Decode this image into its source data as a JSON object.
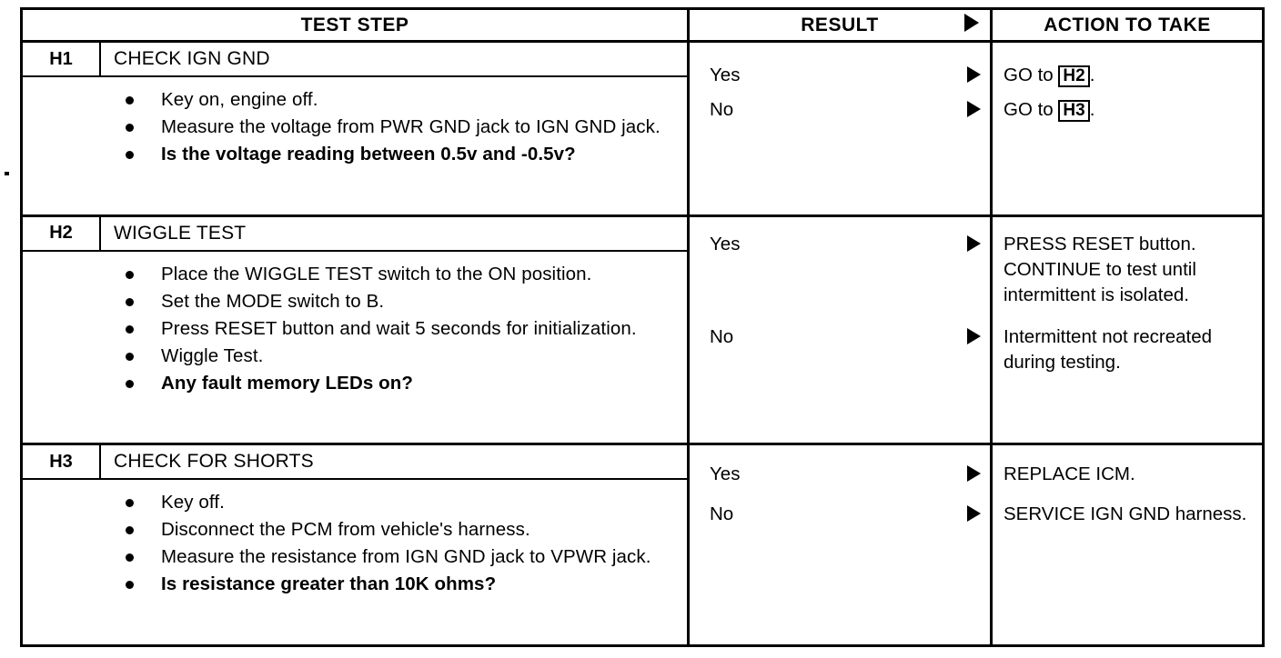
{
  "table": {
    "headers": {
      "test_step": "TEST STEP",
      "result": "RESULT",
      "action": "ACTION TO TAKE",
      "result_arrow_icon": "triangle-right-icon"
    },
    "steps": [
      {
        "id": "H1",
        "title": "CHECK IGN GND",
        "bullets": [
          {
            "text": "Key on, engine off.",
            "bold": false
          },
          {
            "text": "Measure the voltage from PWR GND jack to IGN GND jack.",
            "bold": false
          },
          {
            "text": "Is the voltage reading between 0.5v and -0.5v?",
            "bold": true
          }
        ],
        "outcomes": [
          {
            "result": "Yes",
            "arrow_icon": "triangle-right-icon",
            "action_prefix": "GO to ",
            "action_ref": "H2",
            "action_suffix": "."
          },
          {
            "result": "No",
            "arrow_icon": "triangle-right-icon",
            "action_prefix": "GO to ",
            "action_ref": "H3",
            "action_suffix": "."
          }
        ]
      },
      {
        "id": "H2",
        "title": "WIGGLE TEST",
        "bullets": [
          {
            "text": "Place the WIGGLE TEST switch to the ON position.",
            "bold": false
          },
          {
            "text": "Set the MODE switch to B.",
            "bold": false
          },
          {
            "text": "Press RESET button and wait 5 seconds for initialization.",
            "bold": false
          },
          {
            "text": "Wiggle Test.",
            "bold": false
          },
          {
            "text": "Any fault memory LEDs on?",
            "bold": true
          }
        ],
        "outcomes": [
          {
            "result": "Yes",
            "arrow_icon": "triangle-right-icon",
            "action_prefix": "PRESS RESET button. CONTINUE to test until intermittent is isolated.",
            "action_ref": "",
            "action_suffix": ""
          },
          {
            "result": "No",
            "arrow_icon": "triangle-right-icon",
            "action_prefix": "Intermittent not recreated during testing.",
            "action_ref": "",
            "action_suffix": ""
          }
        ]
      },
      {
        "id": "H3",
        "title": "CHECK FOR SHORTS",
        "bullets": [
          {
            "text": "Key off.",
            "bold": false
          },
          {
            "text": "Disconnect the PCM from vehicle's harness.",
            "bold": false
          },
          {
            "text": "Measure the resistance from IGN GND jack to VPWR jack.",
            "bold": false
          },
          {
            "text": "Is resistance greater than 10K ohms?",
            "bold": true
          }
        ],
        "outcomes": [
          {
            "result": "Yes",
            "arrow_icon": "triangle-right-icon",
            "action_prefix": "REPLACE ICM.",
            "action_ref": "",
            "action_suffix": ""
          },
          {
            "result": "No",
            "arrow_icon": "triangle-right-icon",
            "action_prefix": "SERVICE IGN GND harness.",
            "action_ref": "",
            "action_suffix": ""
          }
        ]
      }
    ]
  },
  "colors": {
    "ink": "#000000",
    "paper": "#ffffff"
  }
}
